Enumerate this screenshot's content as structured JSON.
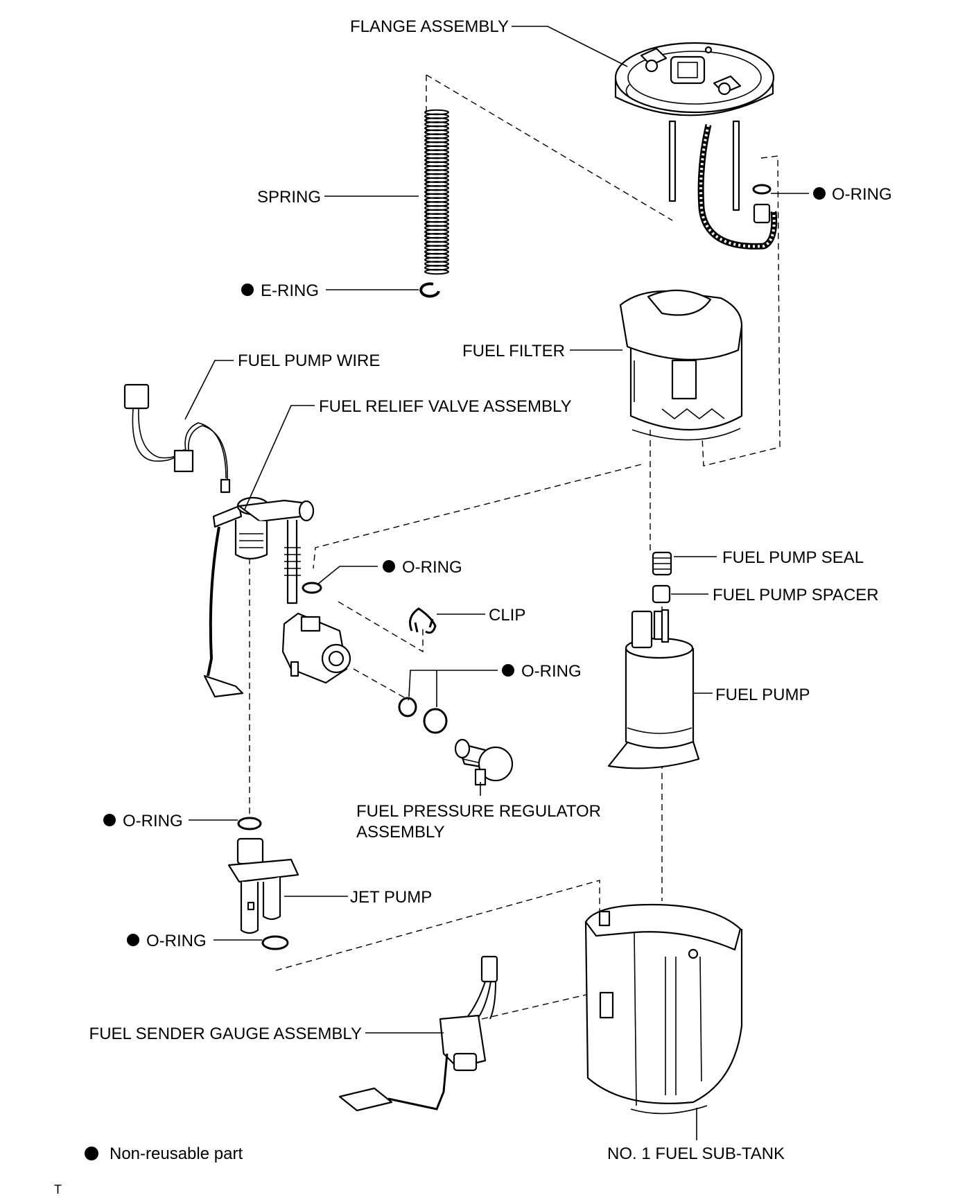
{
  "labels": {
    "flange_assembly": "FLANGE ASSEMBLY",
    "spring": "SPRING",
    "o_ring_flange": "O-RING",
    "e_ring": "E-RING",
    "fuel_filter": "FUEL FILTER",
    "fuel_pump_wire": "FUEL PUMP WIRE",
    "fuel_relief_valve_assembly": "FUEL RELIEF VALVE ASSEMBLY",
    "o_ring_relief": "O-RING",
    "fuel_pump_seal": "FUEL PUMP SEAL",
    "fuel_pump_spacer": "FUEL PUMP SPACER",
    "clip": "CLIP",
    "o_ring_regulator": "O-RING",
    "fuel_pump": "FUEL PUMP",
    "fuel_pressure_regulator_line1": "FUEL PRESSURE REGULATOR",
    "fuel_pressure_regulator_line2": "ASSEMBLY",
    "o_ring_jet_top": "O-RING",
    "jet_pump": "JET PUMP",
    "o_ring_jet_bottom": "O-RING",
    "fuel_sender_gauge_assembly": "FUEL SENDER GAUGE ASSEMBLY",
    "no1_fuel_sub_tank": "NO. 1 FUEL SUB-TANK",
    "legend_text": "Non-reusable part",
    "corner_mark": "T"
  },
  "legend": {
    "symbol": "filled-circle",
    "meaning": "non-reusable part"
  },
  "colors": {
    "ink": "#000000",
    "paper": "#ffffff"
  }
}
